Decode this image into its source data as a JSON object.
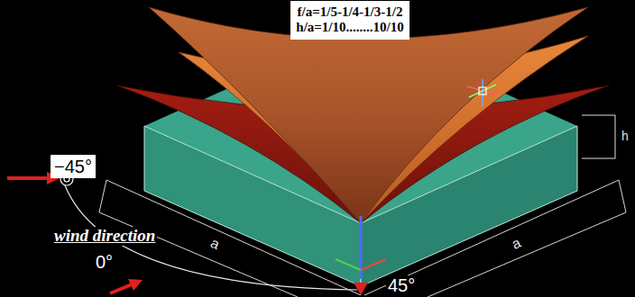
{
  "diagram": {
    "nodes": [
      {
        "text": [
          "f/a=1/5-1/4-1/3-1/2",
          "h/a=1/10........10/10"
        ]
      },
      {
        "text": [
          "−45°"
        ]
      }
    ],
    "labels": [
      "wind direction",
      "0°",
      "45°",
      "a",
      "a",
      "h"
    ]
  }
}
